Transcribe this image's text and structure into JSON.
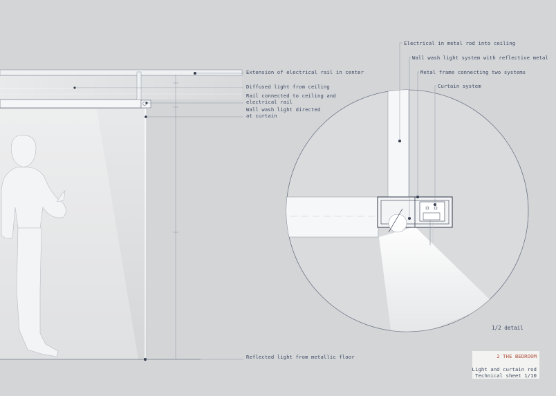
{
  "callouts_left": [
    "Extension of electrical rail in center",
    "Diffused light from ceiling",
    "Rail connected to ceiling and",
    "electrical rail",
    "Wall wash light directed",
    "at curtain",
    "Reflected light from metallic floor"
  ],
  "callouts_detail": [
    "Electrical in metal rod into ceiling",
    "Wall wash light system with reflective metal",
    "Metal frame connecting two systems",
    "Curtain system"
  ],
  "detail_scale": "1/2 detail",
  "title_block": {
    "project": "2 THE BEDROOM",
    "sheet_line_1": "Light and curtain rod",
    "sheet_line_2": "Technical sheet 1/10"
  },
  "colors": {
    "background": "#d3d5d7",
    "line": "#8e96a3",
    "dark_line": "#2d3648",
    "accent": "#b0513d",
    "figure": "#f3f4f5"
  }
}
